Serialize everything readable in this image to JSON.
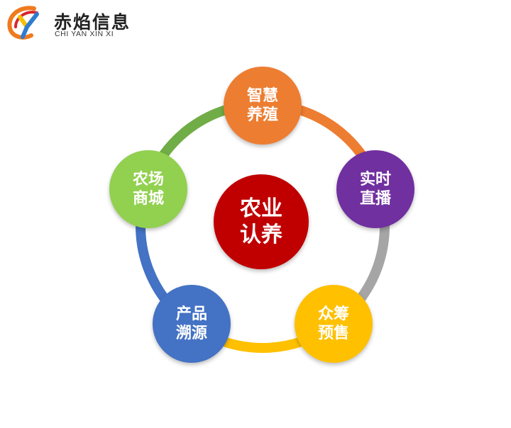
{
  "logo": {
    "name_cn": "赤焰信息",
    "name_en": "CHI YAN XIN XI",
    "colors": {
      "orange": "#ef7a1d",
      "red": "#d9262b",
      "yellow": "#f5c000",
      "blue": "#2f7bd0"
    }
  },
  "diagram": {
    "center": {
      "line1": "农业",
      "line2": "认养",
      "color": "#c00000"
    },
    "nodes": [
      {
        "id": "smart-breeding",
        "line1": "智慧",
        "line2": "养殖",
        "color": "#ed7d31"
      },
      {
        "id": "live-stream",
        "line1": "实时",
        "line2": "直播",
        "color": "#7030a0"
      },
      {
        "id": "crowdfunding-presale",
        "line1": "众筹",
        "line2": "预售",
        "color": "#ffc000"
      },
      {
        "id": "product-traceability",
        "line1": "产品",
        "line2": "溯源",
        "color": "#4472c4"
      },
      {
        "id": "farm-mall",
        "line1": "农场",
        "line2": "商城",
        "color": "#92d050"
      }
    ],
    "arc_colors": [
      "#ed7d31",
      "#a5a5a5",
      "#ffc000",
      "#4472c4",
      "#70ad47"
    ]
  }
}
